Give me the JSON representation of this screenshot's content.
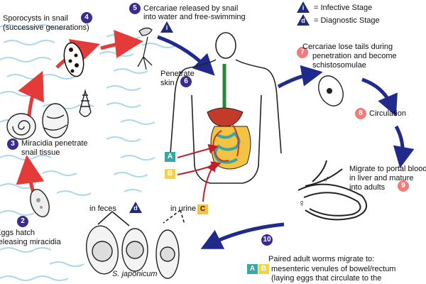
{
  "legend": {
    "infective_symbol": "i",
    "infective_text": "= Infective Stage",
    "diagnostic_symbol": "d",
    "diagnostic_text": "= Diagnostic Stage"
  },
  "steps": {
    "s2": {
      "num": "2",
      "text1": "Eggs hatch",
      "text2": "releasing miracidia"
    },
    "s3": {
      "num": "3",
      "text1": "Miracidia penetrate",
      "text2": "snail tissue"
    },
    "s4": {
      "num": "4",
      "text1": "Sporocysts in snail",
      "text2": "(successive generations)"
    },
    "s5": {
      "num": "5",
      "text1": "Cercariae released by snail",
      "text2": "into water and free-swimming"
    },
    "s6": {
      "num": "6",
      "text1": "Penetrate",
      "text2": "skin"
    },
    "s7": {
      "num": "7",
      "text1": "Cercariae lose tails during",
      "text2": "penetration and become",
      "text3": "schistosomulae"
    },
    "s8": {
      "num": "8",
      "text1": "Circulation"
    },
    "s9": {
      "num": "9",
      "text1": "Migrate to portal blood",
      "text2": "in liver and mature",
      "text3": "into adults"
    },
    "s10": {
      "num": "10",
      "text1": "Paired adult worms migrate to:",
      "text2": "mesenteric venules of bowel/rectum",
      "text3": "(laying eggs that circulate to the"
    }
  },
  "eggs": {
    "feces_label": "in feces",
    "urine_label": "in urine",
    "species_label": "S. japonicum"
  },
  "markers": {
    "A": "A",
    "B": "B",
    "C": "C"
  },
  "symbols": {
    "male": "♂",
    "female": "♀"
  },
  "colors": {
    "red_arrow": "#e53a3a",
    "blue_arrow": "#1f2a8c",
    "water": "#cfe8f7",
    "purple_badge": "#3b2c8c",
    "pink_badge": "#f07c7c",
    "teal_box": "#3aa6a6",
    "yellow_box": "#f2d34a"
  }
}
